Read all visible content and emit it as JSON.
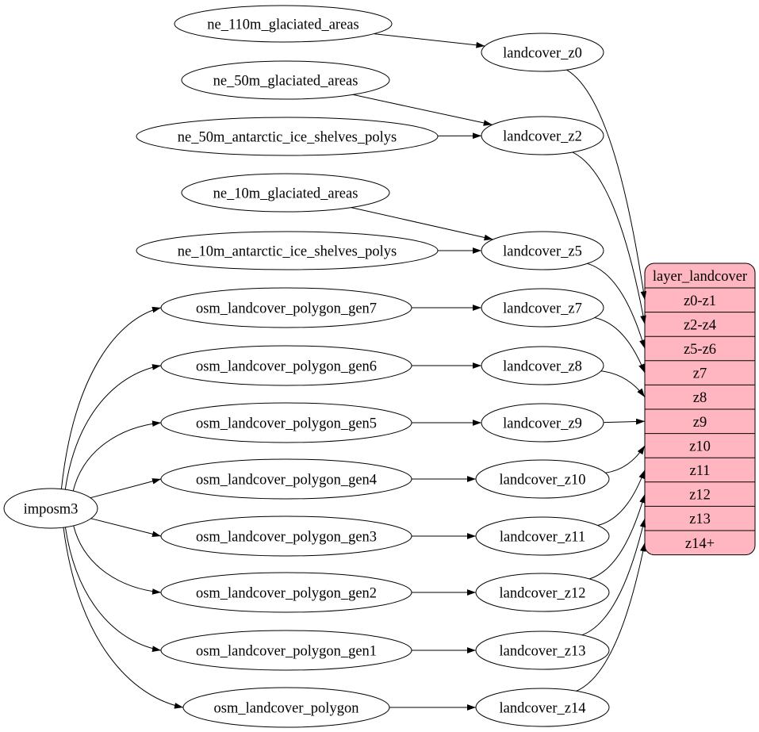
{
  "diagram": {
    "type": "dependency-graph",
    "background_color": "#ffffff",
    "node_fill": "#ffffff",
    "node_stroke": "#000000",
    "edge_color": "#000000",
    "nodes": [
      {
        "id": "imposm3",
        "label": "imposm3"
      },
      {
        "id": "ne_110m_glaciated_areas",
        "label": "ne_110m_glaciated_areas"
      },
      {
        "id": "ne_50m_glaciated_areas",
        "label": "ne_50m_glaciated_areas"
      },
      {
        "id": "ne_50m_antarctic_ice_shelves_polys",
        "label": "ne_50m_antarctic_ice_shelves_polys"
      },
      {
        "id": "ne_10m_glaciated_areas",
        "label": "ne_10m_glaciated_areas"
      },
      {
        "id": "ne_10m_antarctic_ice_shelves_polys",
        "label": "ne_10m_antarctic_ice_shelves_polys"
      },
      {
        "id": "osm_landcover_polygon_gen7",
        "label": "osm_landcover_polygon_gen7"
      },
      {
        "id": "osm_landcover_polygon_gen6",
        "label": "osm_landcover_polygon_gen6"
      },
      {
        "id": "osm_landcover_polygon_gen5",
        "label": "osm_landcover_polygon_gen5"
      },
      {
        "id": "osm_landcover_polygon_gen4",
        "label": "osm_landcover_polygon_gen4"
      },
      {
        "id": "osm_landcover_polygon_gen3",
        "label": "osm_landcover_polygon_gen3"
      },
      {
        "id": "osm_landcover_polygon_gen2",
        "label": "osm_landcover_polygon_gen2"
      },
      {
        "id": "osm_landcover_polygon_gen1",
        "label": "osm_landcover_polygon_gen1"
      },
      {
        "id": "osm_landcover_polygon",
        "label": "osm_landcover_polygon"
      },
      {
        "id": "landcover_z0",
        "label": "landcover_z0"
      },
      {
        "id": "landcover_z2",
        "label": "landcover_z2"
      },
      {
        "id": "landcover_z5",
        "label": "landcover_z5"
      },
      {
        "id": "landcover_z7",
        "label": "landcover_z7"
      },
      {
        "id": "landcover_z8",
        "label": "landcover_z8"
      },
      {
        "id": "landcover_z9",
        "label": "landcover_z9"
      },
      {
        "id": "landcover_z10",
        "label": "landcover_z10"
      },
      {
        "id": "landcover_z11",
        "label": "landcover_z11"
      },
      {
        "id": "landcover_z12",
        "label": "landcover_z12"
      },
      {
        "id": "landcover_z13",
        "label": "landcover_z13"
      },
      {
        "id": "landcover_z14",
        "label": "landcover_z14"
      }
    ],
    "record": {
      "id": "layer_landcover",
      "title": "layer_landcover",
      "fill": "#ffb6c1",
      "stroke": "#000000",
      "rows": [
        "z0-z1",
        "z2-z4",
        "z5-z6",
        "z7",
        "z8",
        "z9",
        "z10",
        "z11",
        "z12",
        "z13",
        "z14+"
      ]
    },
    "edges": [
      {
        "from": "ne_110m_glaciated_areas",
        "to": "landcover_z0"
      },
      {
        "from": "ne_50m_glaciated_areas",
        "to": "landcover_z2"
      },
      {
        "from": "ne_50m_antarctic_ice_shelves_polys",
        "to": "landcover_z2"
      },
      {
        "from": "ne_10m_glaciated_areas",
        "to": "landcover_z5"
      },
      {
        "from": "ne_10m_antarctic_ice_shelves_polys",
        "to": "landcover_z5"
      },
      {
        "from": "osm_landcover_polygon_gen7",
        "to": "landcover_z7"
      },
      {
        "from": "osm_landcover_polygon_gen6",
        "to": "landcover_z8"
      },
      {
        "from": "osm_landcover_polygon_gen5",
        "to": "landcover_z9"
      },
      {
        "from": "osm_landcover_polygon_gen4",
        "to": "landcover_z10"
      },
      {
        "from": "osm_landcover_polygon_gen3",
        "to": "landcover_z11"
      },
      {
        "from": "osm_landcover_polygon_gen2",
        "to": "landcover_z12"
      },
      {
        "from": "osm_landcover_polygon_gen1",
        "to": "landcover_z13"
      },
      {
        "from": "osm_landcover_polygon",
        "to": "landcover_z14"
      },
      {
        "from": "imposm3",
        "to": "osm_landcover_polygon_gen7"
      },
      {
        "from": "imposm3",
        "to": "osm_landcover_polygon_gen6"
      },
      {
        "from": "imposm3",
        "to": "osm_landcover_polygon_gen5"
      },
      {
        "from": "imposm3",
        "to": "osm_landcover_polygon_gen4"
      },
      {
        "from": "imposm3",
        "to": "osm_landcover_polygon_gen3"
      },
      {
        "from": "imposm3",
        "to": "osm_landcover_polygon_gen2"
      },
      {
        "from": "imposm3",
        "to": "osm_landcover_polygon_gen1"
      },
      {
        "from": "imposm3",
        "to": "osm_landcover_polygon"
      },
      {
        "from": "landcover_z0",
        "to": "layer_landcover",
        "row": "z0-z1"
      },
      {
        "from": "landcover_z2",
        "to": "layer_landcover",
        "row": "z2-z4"
      },
      {
        "from": "landcover_z5",
        "to": "layer_landcover",
        "row": "z5-z6"
      },
      {
        "from": "landcover_z7",
        "to": "layer_landcover",
        "row": "z7"
      },
      {
        "from": "landcover_z8",
        "to": "layer_landcover",
        "row": "z8"
      },
      {
        "from": "landcover_z9",
        "to": "layer_landcover",
        "row": "z9"
      },
      {
        "from": "landcover_z10",
        "to": "layer_landcover",
        "row": "z10"
      },
      {
        "from": "landcover_z11",
        "to": "layer_landcover",
        "row": "z11"
      },
      {
        "from": "landcover_z12",
        "to": "layer_landcover",
        "row": "z12"
      },
      {
        "from": "landcover_z13",
        "to": "layer_landcover",
        "row": "z13"
      },
      {
        "from": "landcover_z14",
        "to": "layer_landcover",
        "row": "z14+"
      }
    ]
  }
}
